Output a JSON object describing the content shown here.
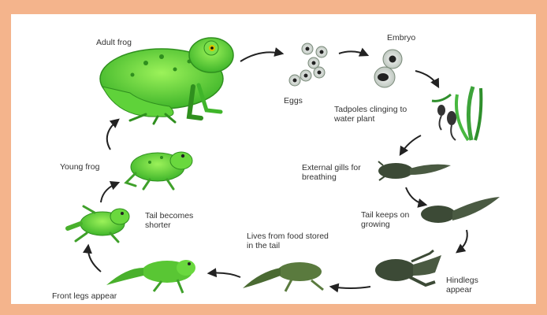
{
  "diagram": {
    "stages": {
      "adult_frog": "Adult frog",
      "eggs": "Eggs",
      "embryo": "Embryo",
      "tadpoles_clinging": "Tadpoles clinging to water plant",
      "external_gills": "External gills for breathing",
      "tail_keeps_growing": "Tail keeps on growing",
      "hindlegs_appear": "Hindlegs appear",
      "lives_from_food": "Lives from food stored in the tail",
      "front_legs_appear": "Front legs appear",
      "tail_becomes_shorter": "Tail becomes shorter",
      "young_frog": "Young frog"
    },
    "colors": {
      "frame": "#f4b48c",
      "frog_green": "#5fd23a",
      "frog_dark": "#2f8f1e",
      "tadpole": "#3c4a36",
      "arrow": "#222222"
    }
  }
}
